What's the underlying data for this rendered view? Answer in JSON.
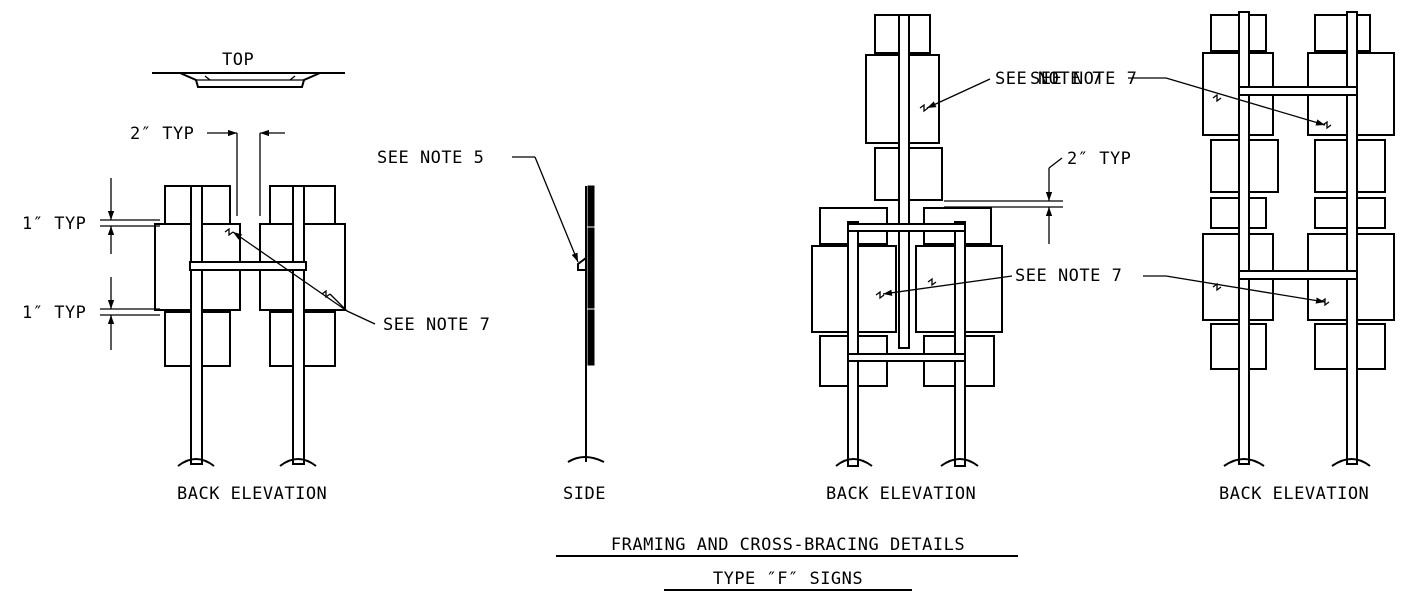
{
  "labels": {
    "top": "TOP",
    "two_in_typ_a": "2″ TYP",
    "one_in_typ_a": "1″ TYP",
    "one_in_typ_b": "1″ TYP",
    "see_note_7_a": "SEE NOTE 7",
    "see_note_5": "SEE NOTE 5",
    "see_note_7_b": "SEE NOTE 7",
    "two_in_typ_b": "2″ TYP",
    "see_note_7_c": "SEE NOTE 7",
    "see_note_7_d": "SEE NOTE 7",
    "back_elevation_1": "BACK ELEVATION",
    "side": "SIDE",
    "back_elevation_2": "BACK ELEVATION",
    "back_elevation_3": "BACK ELEVATION"
  },
  "title": {
    "line1": "FRAMING AND CROSS-BRACING DETAILS",
    "line2": "TYPE ″F″ SIGNS"
  }
}
